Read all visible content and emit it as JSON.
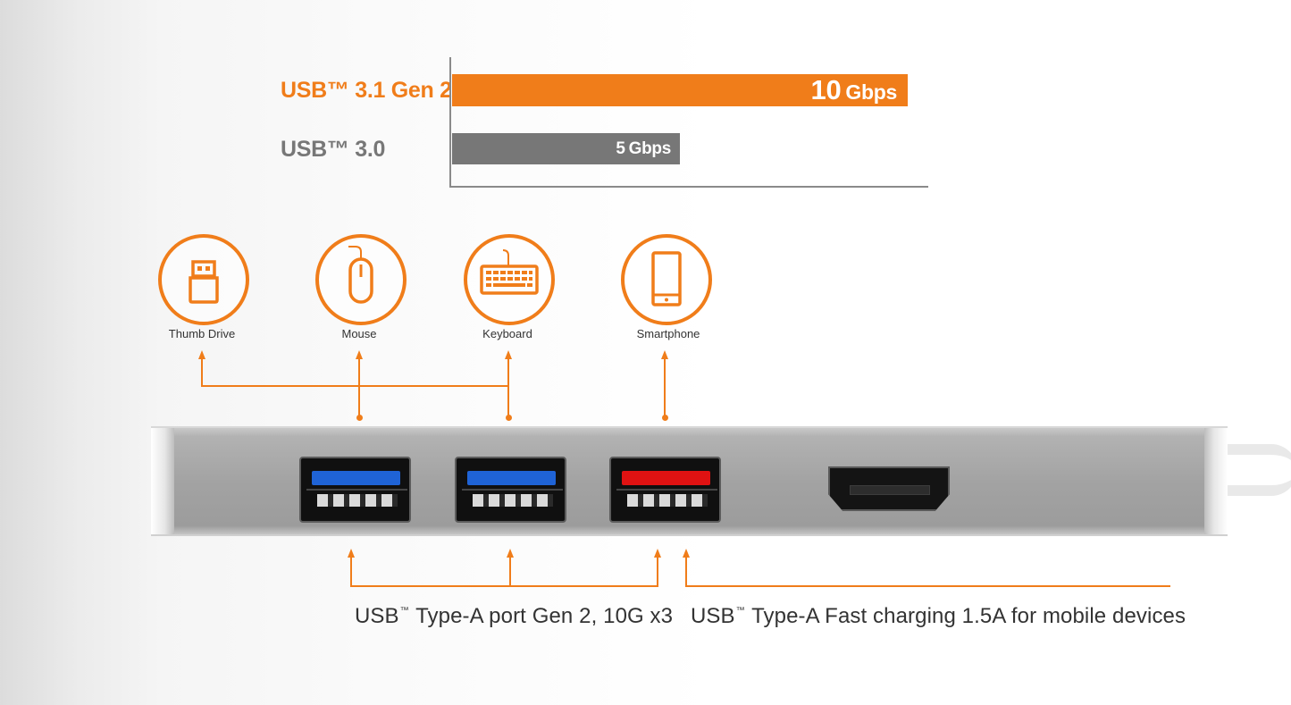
{
  "speed_comparison": {
    "rows": [
      {
        "name": "USB™ 3.1 Gen 2",
        "value_gbps": 10,
        "value_number": "10",
        "value_unit": "Gbps",
        "color": "#f07d1a"
      },
      {
        "name": "USB™ 3.0",
        "value_gbps": 5,
        "value_number": "5",
        "value_unit": "Gbps",
        "color": "#777777"
      }
    ]
  },
  "devices": [
    {
      "label": "Thumb Drive",
      "icon": "thumb-drive-icon"
    },
    {
      "label": "Mouse",
      "icon": "mouse-icon"
    },
    {
      "label": "Keyboard",
      "icon": "keyboard-icon"
    },
    {
      "label": "Smartphone",
      "icon": "smartphone-icon"
    }
  ],
  "ports": [
    {
      "type": "usb-a",
      "tongue_color": "#1f63d6"
    },
    {
      "type": "usb-a",
      "tongue_color": "#1f63d6"
    },
    {
      "type": "usb-a",
      "tongue_color": "#e01212"
    },
    {
      "type": "hdmi"
    }
  ],
  "captions": {
    "gen2_prefix": "USB",
    "gen2_tm": "™",
    "gen2_text": "Type-A port Gen 2, 10G x3",
    "charging_prefix": "USB",
    "charging_tm": "™",
    "charging_text": "Type-A Fast charging 1.5A for mobile devices"
  },
  "colors": {
    "accent": "#f07d1a",
    "secondary": "#777777"
  }
}
